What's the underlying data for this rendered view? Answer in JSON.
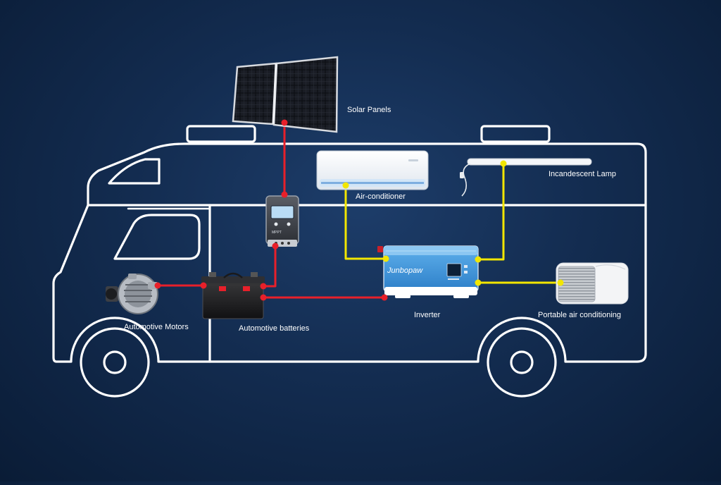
{
  "labels": {
    "solar_panels": "Solar Panels",
    "air_conditioner": "Air-conditioner",
    "incandescent_lamp": "Incandescent Lamp",
    "automotive_motors": "Automotive Motors",
    "automotive_batteries": "Automotive batteries",
    "inverter": "Inverter",
    "portable_air_conditioning": "Portable air conditioning"
  },
  "devices": {
    "inverter_brand": "Junbopaw",
    "controller_label": "MPPT"
  },
  "wire_colors": {
    "dc": "#e8202a",
    "ac": "#f2e600"
  }
}
